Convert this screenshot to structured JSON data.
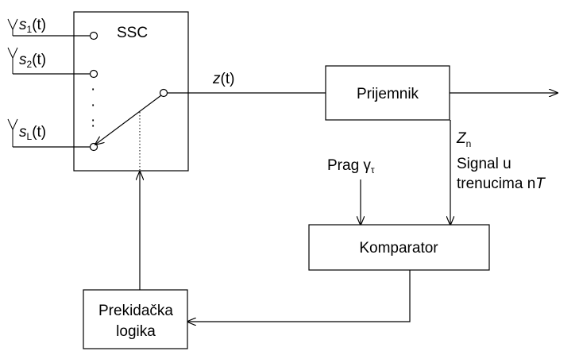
{
  "ssc": {
    "title": "SSC"
  },
  "antennas": [
    {
      "symbol": "s",
      "sub": "1",
      "arg": "(t)"
    },
    {
      "symbol": "s",
      "sub": "2",
      "arg": "(t)"
    },
    {
      "symbol": "s",
      "sub": "L",
      "arg": "(t)"
    }
  ],
  "dots": [
    "·",
    "·",
    "·",
    "·"
  ],
  "z_signal": {
    "symbol": "z",
    "arg": "(t)"
  },
  "receiver": {
    "label": "Prijemnik"
  },
  "zn": {
    "symbol": "Z",
    "sub": "n"
  },
  "signal_text": {
    "line1": "Signal u",
    "line2": "trenucima n",
    "T": "T"
  },
  "threshold": {
    "label": "Prag ",
    "gamma": "γ",
    "sub": "τ"
  },
  "comparator": {
    "label": "Komparator"
  },
  "logic": {
    "line1": "Prekidačka",
    "line2": "logika"
  }
}
